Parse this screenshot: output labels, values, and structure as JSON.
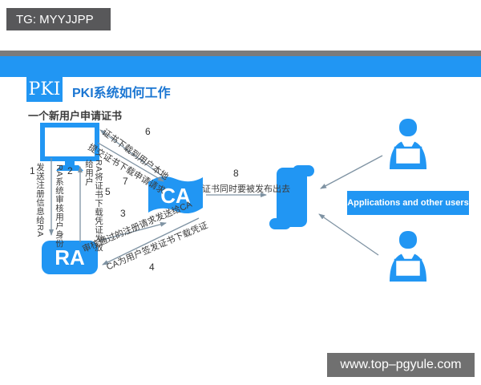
{
  "badge": {
    "text": "TG: MYYJJPP"
  },
  "header": {
    "logo": "PKI",
    "title": "PKI系统如何工作",
    "subtitle": "一个新用户申请证书"
  },
  "nodes": {
    "ra_label": "RA",
    "ca_label": "CA",
    "applications_label": "Applications and other users"
  },
  "steps": {
    "s1": {
      "num": "1",
      "label": "发送注册信息给RA"
    },
    "s2": {
      "num": "2",
      "label": "RA系统审核用户身份"
    },
    "s3": {
      "num": "3",
      "label": "审核通过的注册请求发送给CA"
    },
    "s4": {
      "num": "4",
      "label": "CA为用户签发证书下载凭证"
    },
    "s5": {
      "num": "5",
      "label_main": "RA将证书下载凭证发放",
      "label_cont": "给用户"
    },
    "s6": {
      "num": "6",
      "label": "证书下载到用户本地"
    },
    "s7": {
      "num": "7",
      "label": "提交证书下载申请请求"
    },
    "s8": {
      "num": "8",
      "label": "证书同时要被发布出去"
    }
  },
  "icons": {
    "monitor": "monitor-icon",
    "ca_flag": "ca-flag-icon",
    "certificate_scroll": "certificate-scroll-icon",
    "user_top": "user-icon",
    "user_bottom": "user-icon"
  },
  "footer": {
    "website": "www.top–pgyule.com"
  },
  "colors": {
    "accent_blue": "#2196f3",
    "title_blue": "#1b76d2",
    "badge_gray": "#58585a",
    "footer_gray": "#707070",
    "strip_gray": "#7b7b7b",
    "arrow_gray": "#7f93a3",
    "text_dark": "#3c3c3c"
  }
}
